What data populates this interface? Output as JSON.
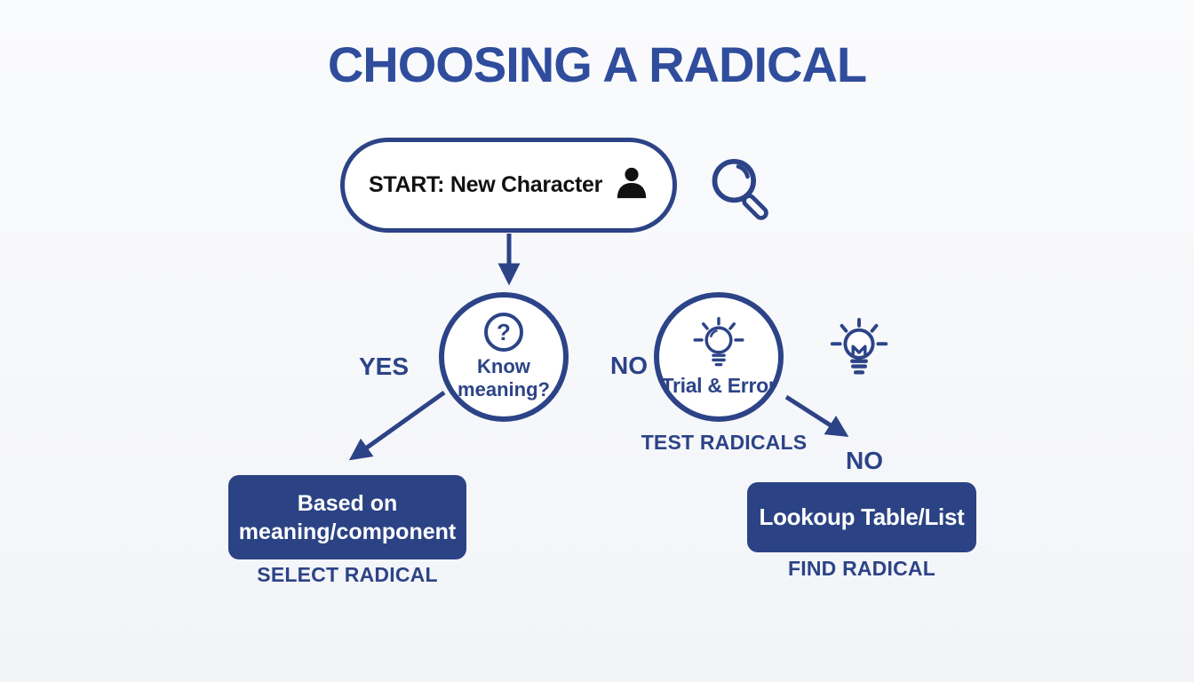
{
  "title": "CHOOSING A RADICAL",
  "colors": {
    "navy": "#2c4387",
    "box_fill": "#2b4384",
    "title_blue": "#2f4d9c",
    "start_text": "#111111",
    "background": "#f8f9fb",
    "white": "#ffffff"
  },
  "start": {
    "label": "START: New Character",
    "icon": "person-icon"
  },
  "search": {
    "icon": "magnifier-icon"
  },
  "decision": {
    "icon": "question-icon",
    "glyph": "?",
    "line1": "Know",
    "line2": "meaning?"
  },
  "labels": {
    "yes": "YES",
    "no": "NO",
    "no2": "NO"
  },
  "trial": {
    "icon": "lightbulb-icon",
    "label": "Trial & Error",
    "caption": "TEST RADICALS"
  },
  "idea": {
    "icon": "lightbulb-icon"
  },
  "select": {
    "line1": "Based on",
    "line2": "meaning/component",
    "caption": "SELECT RADICAL"
  },
  "lookup": {
    "label": "Lookoup Table/List",
    "caption": "FIND RADICAL"
  }
}
